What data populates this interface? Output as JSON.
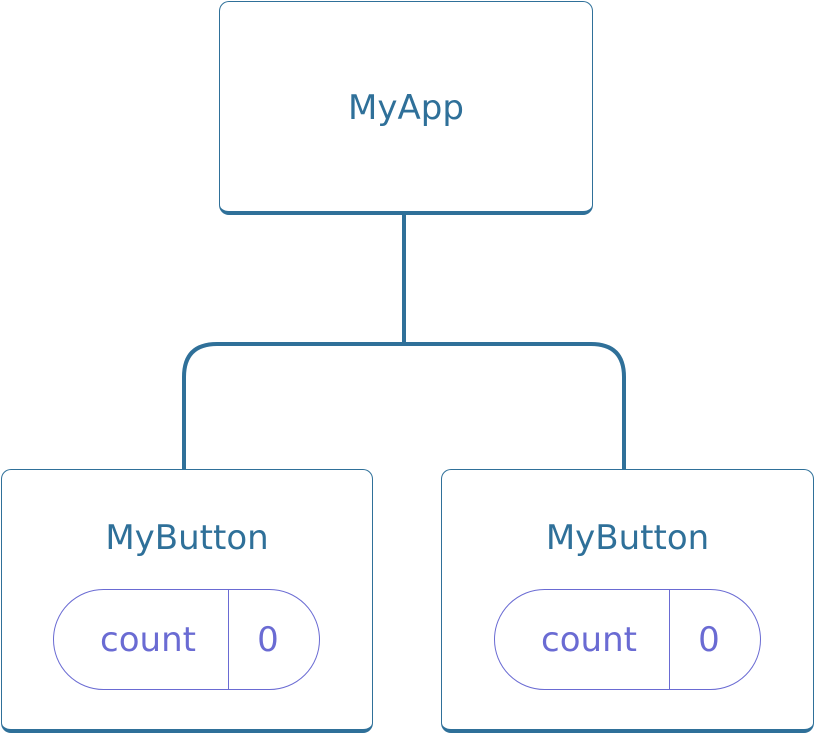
{
  "diagram": {
    "root": {
      "label": "MyApp"
    },
    "children": [
      {
        "label": "MyButton",
        "state": {
          "name": "count",
          "value": "0"
        }
      },
      {
        "label": "MyButton",
        "state": {
          "name": "count",
          "value": "0"
        }
      }
    ]
  },
  "colors": {
    "component": "#2f7099",
    "state": "#6a6bd3",
    "background": "#ffffff"
  }
}
